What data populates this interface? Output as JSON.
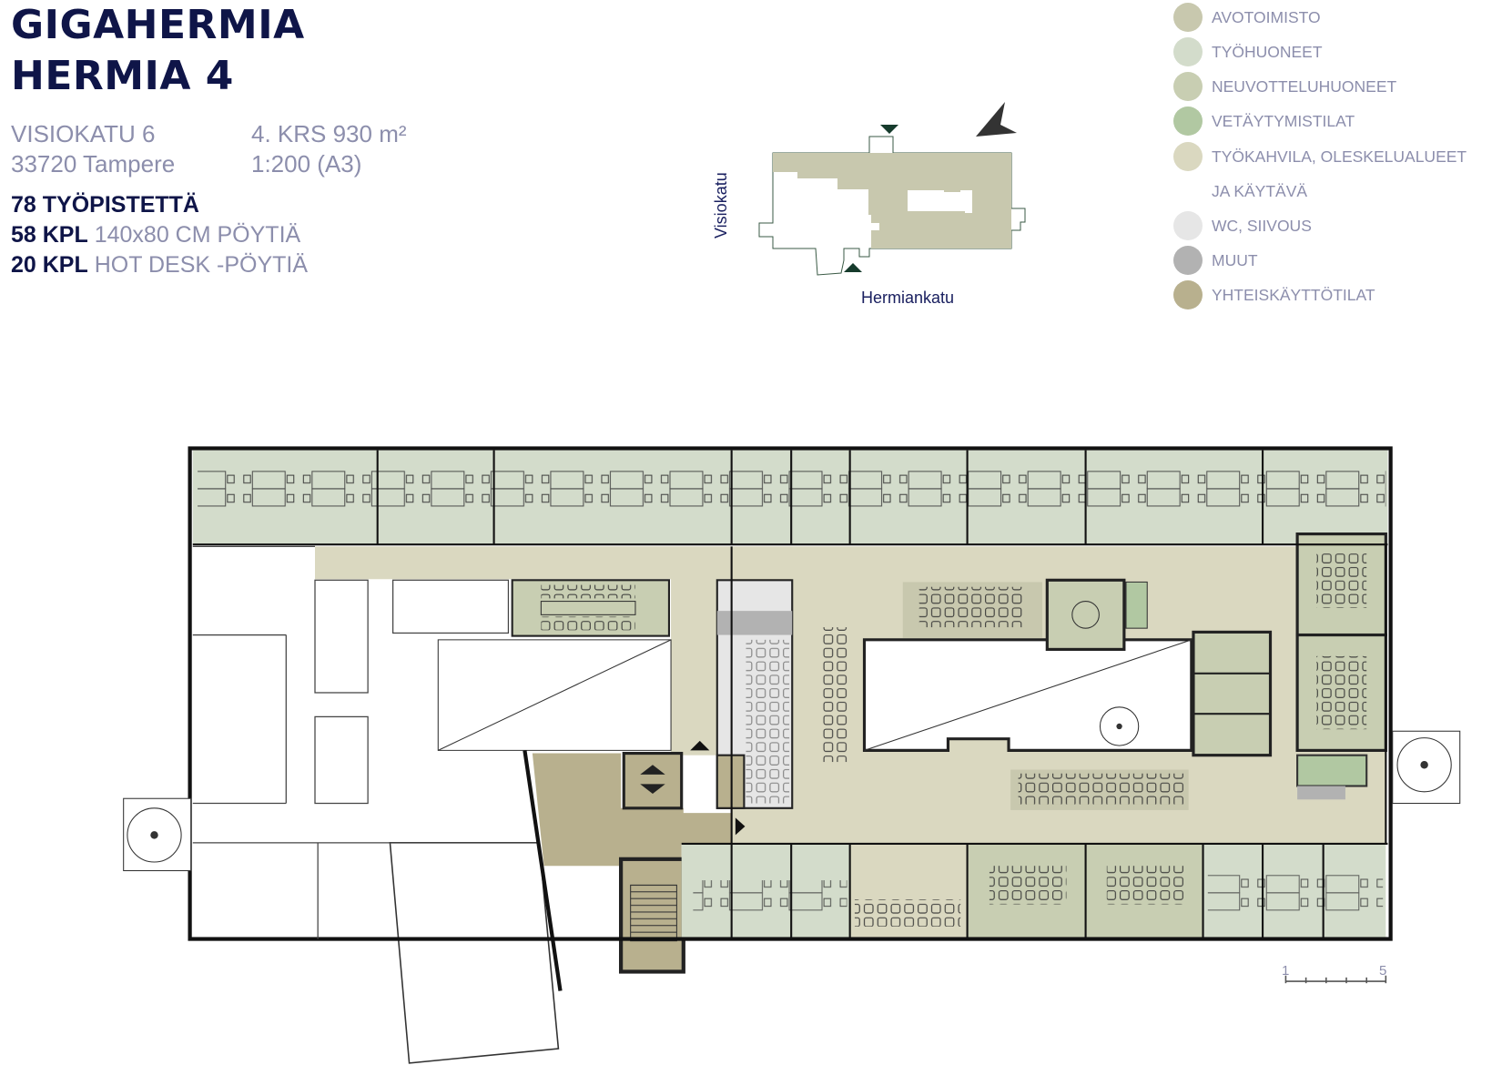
{
  "header": {
    "title_line1": "GIGAHERMIA",
    "title_line2": "HERMIA 4",
    "address_street": "VISIOKATU 6",
    "address_city": "33720 Tampere",
    "floor_area": "4. KRS 930 m²",
    "scale_text": "1:200 (A3)",
    "workstations": "78 TYÖPISTETTÄ",
    "desks_count": "58 KPL",
    "desks_label": "140x80 CM PÖYTIÄ",
    "hotdesk_count": "20 KPL",
    "hotdesk_label": "HOT DESK -PÖYTIÄ"
  },
  "legend": [
    {
      "label": "AVOTOIMISTO",
      "color": "#c8c8ae"
    },
    {
      "label": "TYÖHUONEET",
      "color": "#d3dccb"
    },
    {
      "label": "NEUVOTTELUHUONEET",
      "color": "#c8ceb2"
    },
    {
      "label": "VETÄYTYMISTILAT",
      "color": "#b1c8a2"
    },
    {
      "label": "TYÖKAHVILA, OLESKELUALUEET",
      "label2": "JA KÄYTÄVÄ",
      "color": "#dad8c0"
    },
    {
      "label": "WC, SIIVOUS",
      "color": "#e6e6e6"
    },
    {
      "label": "MUUT",
      "color": "#b2b2b2"
    },
    {
      "label": "YHTEISKÄYTTÖTILAT",
      "color": "#b8b08e"
    }
  ],
  "keymap": {
    "street_west": "Visiokatu",
    "street_south": "Hermiankatu",
    "fill": "#c8c8ae",
    "outline": "#3a5a45"
  },
  "scalebar": {
    "start": "1",
    "end": "5"
  }
}
